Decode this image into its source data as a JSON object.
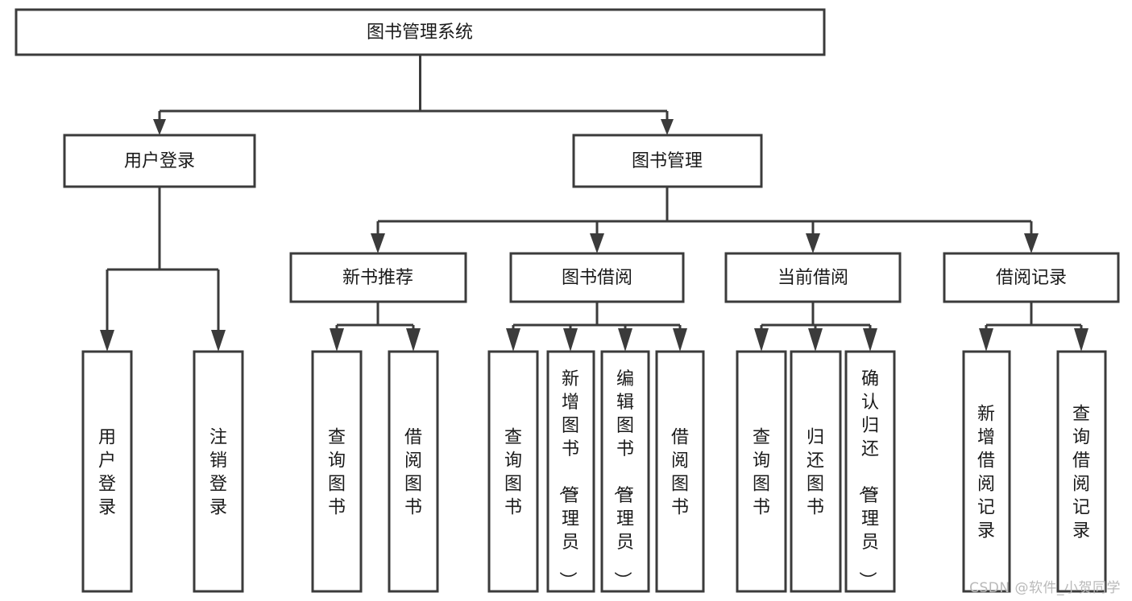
{
  "diagram": {
    "title": "图书管理系统",
    "type": "tree-hierarchy-diagram",
    "watermark": "CSDN @软件_小贺同学",
    "colors": {
      "box_stroke": "#3b3b3b",
      "box_fill": "#ffffff",
      "text": "#1a1a1a",
      "background": "#ffffff",
      "watermark": "#b9b9b9"
    },
    "root": {
      "label": "图书管理系统",
      "orientation": "horizontal"
    },
    "level2": [
      {
        "label": "用户登录",
        "orientation": "horizontal"
      },
      {
        "label": "图书管理",
        "orientation": "horizontal"
      }
    ],
    "level3": [
      {
        "label": "新书推荐",
        "orientation": "horizontal"
      },
      {
        "label": "图书借阅",
        "orientation": "horizontal"
      },
      {
        "label": "当前借阅",
        "orientation": "horizontal"
      },
      {
        "label": "借阅记录",
        "orientation": "horizontal"
      }
    ],
    "leaves": {
      "user_login": [
        {
          "label": "用户登录",
          "orientation": "vertical"
        },
        {
          "label": "注销登录",
          "orientation": "vertical"
        }
      ],
      "new_book_recommend": [
        {
          "label": "查询图书",
          "orientation": "vertical"
        },
        {
          "label": "借阅图书",
          "orientation": "vertical"
        }
      ],
      "book_borrow": [
        {
          "label": "查询图书",
          "orientation": "vertical"
        },
        {
          "label": "新增图书（管理员）",
          "orientation": "vertical"
        },
        {
          "label": "编辑图书（管理员）",
          "orientation": "vertical"
        },
        {
          "label": "借阅图书",
          "orientation": "vertical"
        }
      ],
      "current_borrow": [
        {
          "label": "查询图书",
          "orientation": "vertical"
        },
        {
          "label": "归还图书",
          "orientation": "vertical"
        },
        {
          "label": "确认归还（管理员）",
          "orientation": "vertical"
        }
      ],
      "borrow_record": [
        {
          "label": "新增借阅记录",
          "orientation": "vertical"
        },
        {
          "label": "查询借阅记录",
          "orientation": "vertical"
        }
      ]
    }
  }
}
